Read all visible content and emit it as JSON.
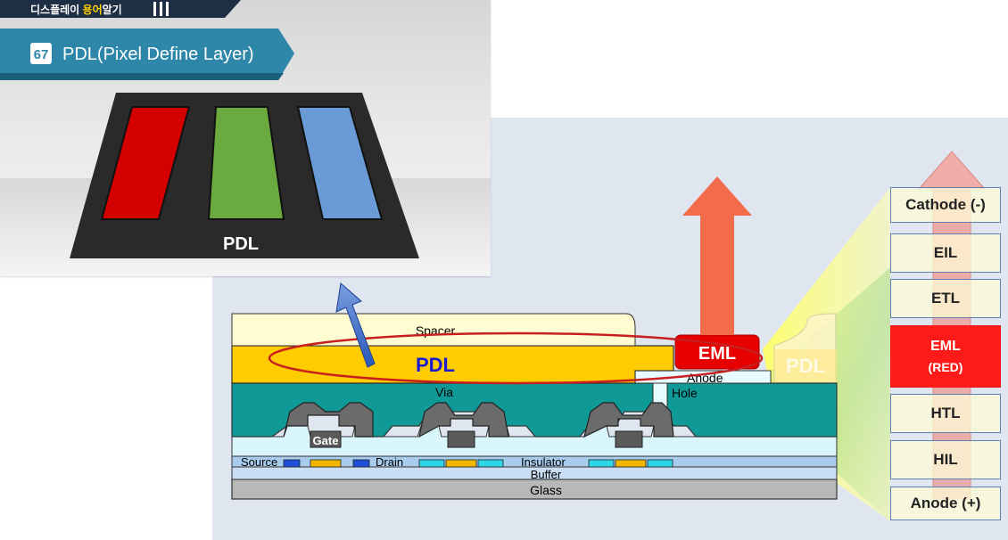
{
  "banner": {
    "series_label_part1": "디스플레이 ",
    "series_label_highlight": "용어",
    "series_label_part2": "알기",
    "number": "67",
    "title": "PDL(Pixel Define Layer)"
  },
  "pdl_illustration": {
    "label": "PDL",
    "subpixel_colors": [
      "#d40000",
      "#6aaa3e",
      "#6a9bd6"
    ]
  },
  "cross_section": {
    "spacer": "Spacer",
    "pdl": "PDL",
    "eml": "EML",
    "pdl_faded": "PDL",
    "anode": "Anode",
    "hole": "Hole",
    "via": "Via",
    "gate": "Gate",
    "source": "Source",
    "drain": "Drain",
    "insulator": "Insulator",
    "buffer": "Buffer",
    "glass": "Glass"
  },
  "stack_layers": [
    {
      "label": "Cathode (-)",
      "highlight": false
    },
    {
      "label": "EIL",
      "highlight": false
    },
    {
      "label": "ETL",
      "highlight": false
    },
    {
      "label": "EML",
      "sublabel": "(RED)",
      "highlight": true
    },
    {
      "label": "HTL",
      "highlight": false
    },
    {
      "label": "HIL",
      "highlight": false
    },
    {
      "label": "Anode (+)",
      "highlight": false
    }
  ],
  "colors": {
    "brand_teal": "#2e86a8",
    "pdl_yellow": "#ffcc00",
    "via_teal": "#0f9a97",
    "eml_red": "#e60000",
    "arrow_orange": "#f26b4b",
    "pdl_text_blue": "#1a1ad4"
  }
}
